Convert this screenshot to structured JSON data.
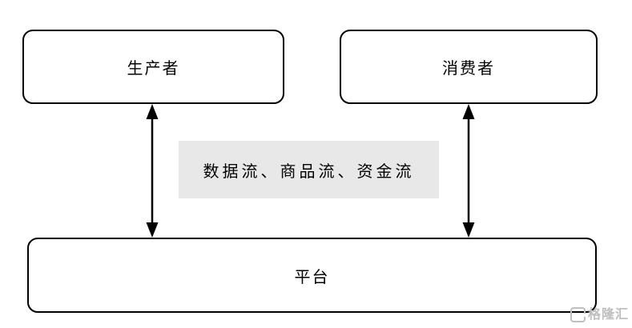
{
  "diagram": {
    "title": "platform-flow-diagram",
    "nodes": {
      "producer": {
        "label": "生产者"
      },
      "consumer": {
        "label": "消费者"
      },
      "platform": {
        "label": "平台"
      },
      "flows": {
        "label": "数据流、商品流、资金流"
      }
    },
    "edges": [
      {
        "from": "producer",
        "to": "platform",
        "style": "double-headed-arrow"
      },
      {
        "from": "consumer",
        "to": "platform",
        "style": "double-headed-arrow"
      }
    ],
    "colors": {
      "background": "#ffffff",
      "node_fill": "#ffffff",
      "node_border": "#000000",
      "flows_fill": "#e8e8e8",
      "arrow": "#000000",
      "watermark": "#bfbfbf"
    },
    "watermark": {
      "text": "格隆汇"
    }
  }
}
